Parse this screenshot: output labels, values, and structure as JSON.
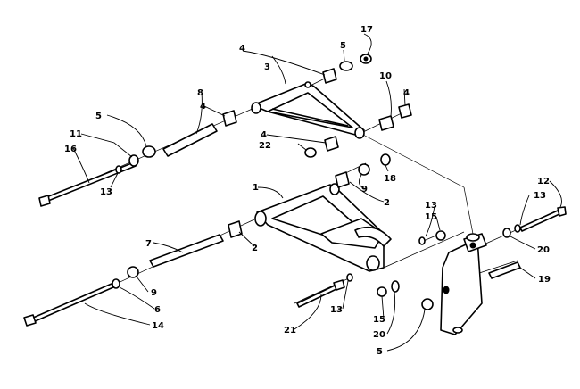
{
  "diagram": {
    "callouts": {
      "c1": "1",
      "c2a": "2",
      "c2b": "2",
      "c3": "3",
      "c4a": "4",
      "c4b": "4",
      "c4c": "4",
      "c4d": "4",
      "c5a": "5",
      "c5b": "5",
      "c5c": "5",
      "c6": "6",
      "c7": "7",
      "c8": "8",
      "c9a": "9",
      "c9b": "9",
      "c10": "10",
      "c11": "11",
      "c12": "12",
      "c13a": "13",
      "c13b": "13",
      "c13c": "13",
      "c13d": "13",
      "c14": "14",
      "c15a": "15",
      "c15b": "15",
      "c16": "16",
      "c17": "17",
      "c18": "18",
      "c19": "19",
      "c20a": "20",
      "c20b": "20",
      "c21": "21",
      "c22": "22"
    }
  }
}
